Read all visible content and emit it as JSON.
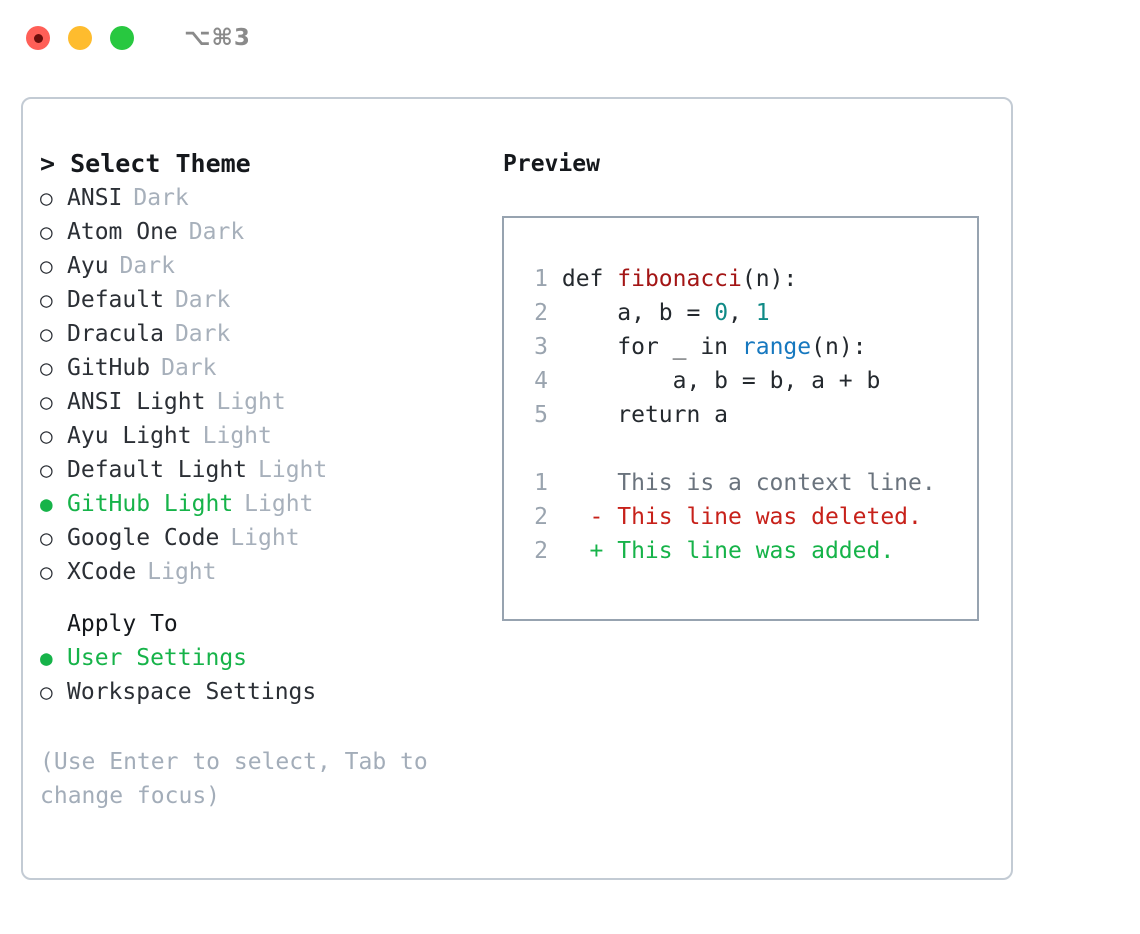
{
  "titlebar": {
    "shortcut": "⌥⌘3",
    "lights": [
      {
        "name": "close-button",
        "color": "#ff5f57"
      },
      {
        "name": "minimize-button",
        "color": "#febc2e"
      },
      {
        "name": "maximize-button",
        "color": "#28c840"
      }
    ]
  },
  "theme_picker": {
    "header": "> Select Theme",
    "markers": {
      "selected": "●",
      "unselected": "○"
    },
    "items": [
      {
        "label": "ANSI",
        "variant": "Dark",
        "selected": false
      },
      {
        "label": "Atom One",
        "variant": "Dark",
        "selected": false
      },
      {
        "label": "Ayu",
        "variant": "Dark",
        "selected": false
      },
      {
        "label": "Default",
        "variant": "Dark",
        "selected": false
      },
      {
        "label": "Dracula",
        "variant": "Dark",
        "selected": false
      },
      {
        "label": "GitHub",
        "variant": "Dark",
        "selected": false
      },
      {
        "label": "ANSI Light",
        "variant": "Light",
        "selected": false
      },
      {
        "label": "Ayu Light",
        "variant": "Light",
        "selected": false
      },
      {
        "label": "Default Light",
        "variant": "Light",
        "selected": false
      },
      {
        "label": "GitHub Light",
        "variant": "Light",
        "selected": true
      },
      {
        "label": "Google Code",
        "variant": "Light",
        "selected": false
      },
      {
        "label": "XCode",
        "variant": "Light",
        "selected": false
      }
    ]
  },
  "apply_to": {
    "header": "Apply To",
    "items": [
      {
        "label": "User Settings",
        "selected": true
      },
      {
        "label": "Workspace Settings",
        "selected": false
      }
    ]
  },
  "hint": "(Use Enter to select, Tab to change focus)",
  "preview": {
    "title": "Preview",
    "code_lines": [
      {
        "num": "1",
        "parts": [
          {
            "t": "def ",
            "c": "plain"
          },
          {
            "t": "fibonacci",
            "c": "tok-fn"
          },
          {
            "t": "(n):",
            "c": "plain"
          }
        ]
      },
      {
        "num": "2",
        "parts": [
          {
            "t": "    a, b = ",
            "c": "plain"
          },
          {
            "t": "0",
            "c": "tok-num"
          },
          {
            "t": ", ",
            "c": "plain"
          },
          {
            "t": "1",
            "c": "tok-num"
          }
        ]
      },
      {
        "num": "3",
        "parts": [
          {
            "t": "    for _ in ",
            "c": "plain"
          },
          {
            "t": "range",
            "c": "tok-call"
          },
          {
            "t": "(n):",
            "c": "plain"
          }
        ]
      },
      {
        "num": "4",
        "parts": [
          {
            "t": "        a, b = b, a + b",
            "c": "plain"
          }
        ]
      },
      {
        "num": "5",
        "parts": [
          {
            "t": "    return a",
            "c": "plain"
          }
        ]
      }
    ],
    "diff_lines": [
      {
        "num": "1",
        "sign": " ",
        "text": " This is a context line.",
        "kind": "diff-ctx"
      },
      {
        "num": "2",
        "sign": "-",
        "text": " This line was deleted.",
        "kind": "diff-del"
      },
      {
        "num": "2",
        "sign": "+",
        "text": " This line was added.",
        "kind": "diff-add"
      }
    ]
  },
  "colors": {
    "accent_green": "#16b349",
    "muted": "#a7b0bb",
    "border": "#97a3b0",
    "panel_border": "#c3cbd4"
  }
}
